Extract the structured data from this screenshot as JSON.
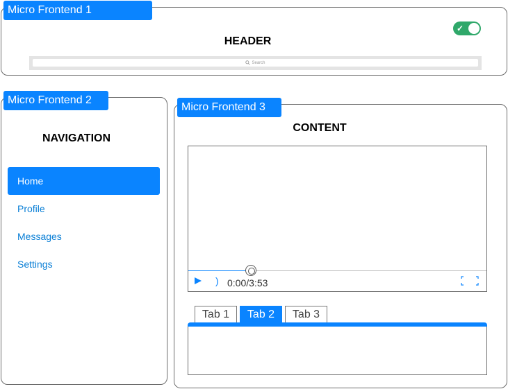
{
  "header_frontend": {
    "tag": "Micro Frontend 1",
    "title": "HEADER",
    "search_placeholder": "Search",
    "toggle_on": true
  },
  "nav_frontend": {
    "tag": "Micro Frontend 2",
    "title": "NAVIGATION",
    "items": [
      {
        "label": "Home",
        "active": true
      },
      {
        "label": "Profile",
        "active": false
      },
      {
        "label": "Messages",
        "active": false
      },
      {
        "label": "Settings",
        "active": false
      }
    ]
  },
  "content_frontend": {
    "tag": "Micro Frontend 3",
    "title": "CONTENT",
    "video": {
      "time": "0:00/3:53",
      "progress_fraction": 0.21
    },
    "tabs": [
      {
        "label": "Tab 1",
        "active": false
      },
      {
        "label": "Tab 2",
        "active": true
      },
      {
        "label": "Tab 3",
        "active": false
      }
    ]
  },
  "colors": {
    "accent": "#0a84ff",
    "toggle": "#2fa86a",
    "link": "#0a7fd6"
  }
}
